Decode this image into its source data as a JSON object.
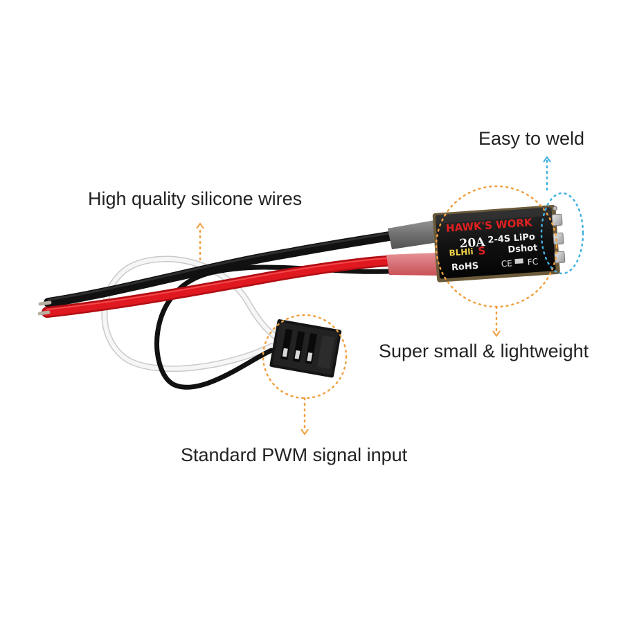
{
  "callouts": {
    "easy_to_weld": "Easy to weld",
    "silicone_wires": "High quality silicone wires",
    "small_lightweight": "Super small & lightweight",
    "pwm_input": "Standard PWM signal input"
  },
  "esc_label": {
    "brand": "HAWK'S WORK",
    "current": "20A",
    "battery": "2-4S LiPo",
    "firmware_prefix": "BLHli",
    "firmware_suffix": "S",
    "protocol": "Dshot",
    "rohs": "RoHS",
    "ce": "CE",
    "fc": "FC"
  },
  "colors": {
    "orange_callout": "#f0a040",
    "blue_callout": "#40b0e0",
    "wire_red": "#d8141c",
    "wire_black": "#1a1a1a",
    "wire_white": "#f4f4f4",
    "brand_red": "#e02020",
    "firmware_yellow": "#f2d34a"
  }
}
